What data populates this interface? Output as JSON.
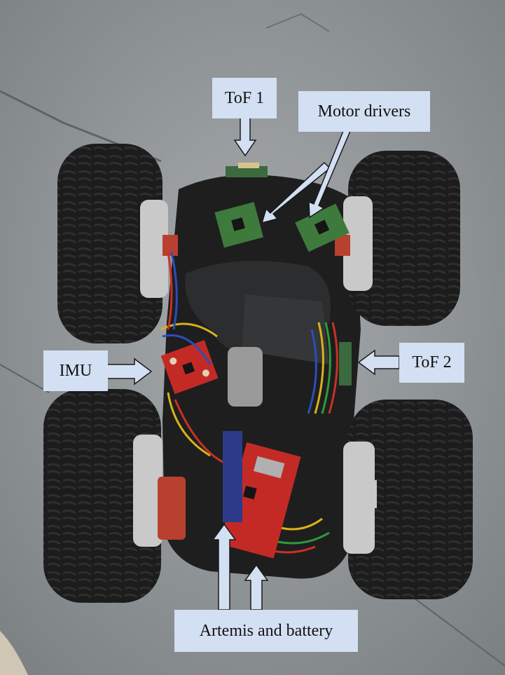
{
  "labels": {
    "tof1": "ToF 1",
    "motor_drivers": "Motor drivers",
    "imu": "IMU",
    "tof2": "ToF 2",
    "artemis_battery": "Artemis and battery"
  },
  "colors": {
    "callout_fill": "#d3e0f3",
    "floor": "#8e9396",
    "tire": "#1a1a1a",
    "board": "#c42a25"
  }
}
